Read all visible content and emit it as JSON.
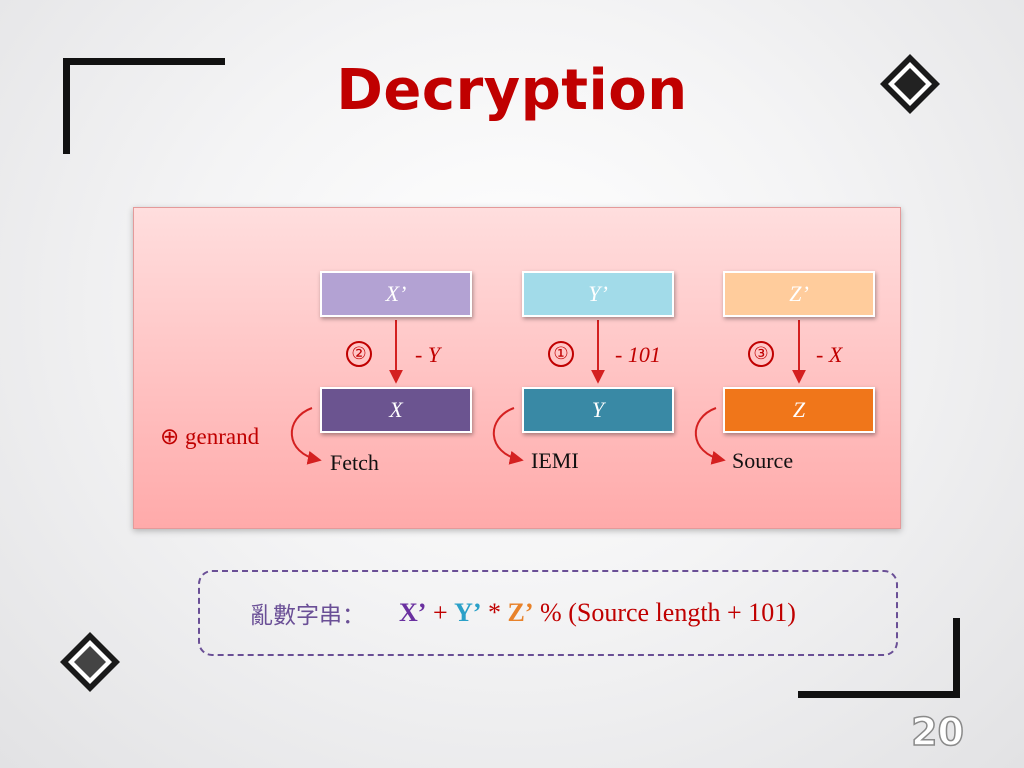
{
  "slide": {
    "title": "Decryption",
    "page_number": "20"
  },
  "diagram": {
    "columns": [
      {
        "top": "X’",
        "bottom": "X",
        "op": "- Y",
        "step": "②",
        "label": "Fetch",
        "top_color": "#b3a2d3",
        "bottom_color": "#6b5490"
      },
      {
        "top": "Y’",
        "bottom": "Y",
        "op": "- 101",
        "step": "①",
        "label": "IEMI",
        "top_color": "#a2dbe9",
        "bottom_color": "#3989a5"
      },
      {
        "top": "Z’",
        "bottom": "Z",
        "op": "- X",
        "step": "③",
        "label": "Source",
        "top_color": "#ffcc9c",
        "bottom_color": "#f0761a"
      }
    ],
    "genrand": "⊕ genrand"
  },
  "formula": {
    "label": "亂數字串：",
    "x": "X’",
    "plus": " + ",
    "y": "Y’",
    "times": " * ",
    "z": "Z’",
    "rest": " % (Source length + 101)",
    "colors": {
      "label": "#6a4f96",
      "x": "#6a30a0",
      "y": "#2aa0c8",
      "z": "#e8822a",
      "rest": "#c00000"
    }
  }
}
